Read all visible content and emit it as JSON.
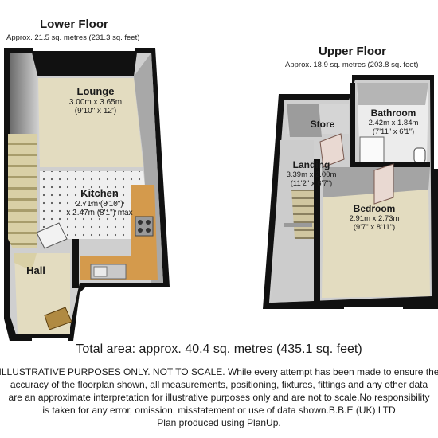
{
  "lower_floor": {
    "title": "Lower Floor",
    "area": "Approx. 21.5 sq. metres (231.3 sq. feet)",
    "rooms": {
      "lounge": {
        "name": "Lounge",
        "dims_m": "3.00m x 3.65m",
        "dims_ft": "(9'10\" x 12')"
      },
      "kitchen": {
        "name": "Kitchen",
        "dims_m": "2.71m (8'10\")",
        "dims_ft": "x 2.47m (8'1\") max"
      },
      "hall": {
        "name": "Hall"
      }
    }
  },
  "upper_floor": {
    "title": "Upper Floor",
    "area": "Approx. 18.9 sq. metres (203.8 sq. feet)",
    "rooms": {
      "store": {
        "name": "Store"
      },
      "bathroom": {
        "name": "Bathroom",
        "dims_m": "2.42m x 1.84m",
        "dims_ft": "(7'11\" x 6'1\")"
      },
      "landing": {
        "name": "Landing",
        "dims_m": "3.39m x 2.00m",
        "dims_ft": "(11'2\" x 6'7\")"
      },
      "bedroom": {
        "name": "Bedroom",
        "dims_m": "2.91m x 2.73m",
        "dims_ft": "(9'7\" x 8'11\")"
      }
    }
  },
  "total_area": "Total area: approx. 40.4 sq. metres (435.1 sq. feet)",
  "disclaimer": [
    "ILLUSTRATIVE PURPOSES ONLY. NOT TO SCALE. While every attempt has been made to ensure the",
    "accuracy of the floorplan shown, all measurements, positioning, fixtures, fittings and any other data",
    "are an approximate interpretation for illustrative purposes only and are not to scale.No responsibility",
    "is taken for any error, omission, misstatement or use of data shown.B.B.E (UK) LTD",
    "Plan produced using PlanUp."
  ],
  "colors": {
    "wall": "#111111",
    "carpet": "#e3dcc0",
    "floor_tile": "#eeeeee",
    "kitchen_counter": "#d49a4c",
    "stairs": "#d8cfa3",
    "wall_shadow": "#8e8e8e"
  }
}
